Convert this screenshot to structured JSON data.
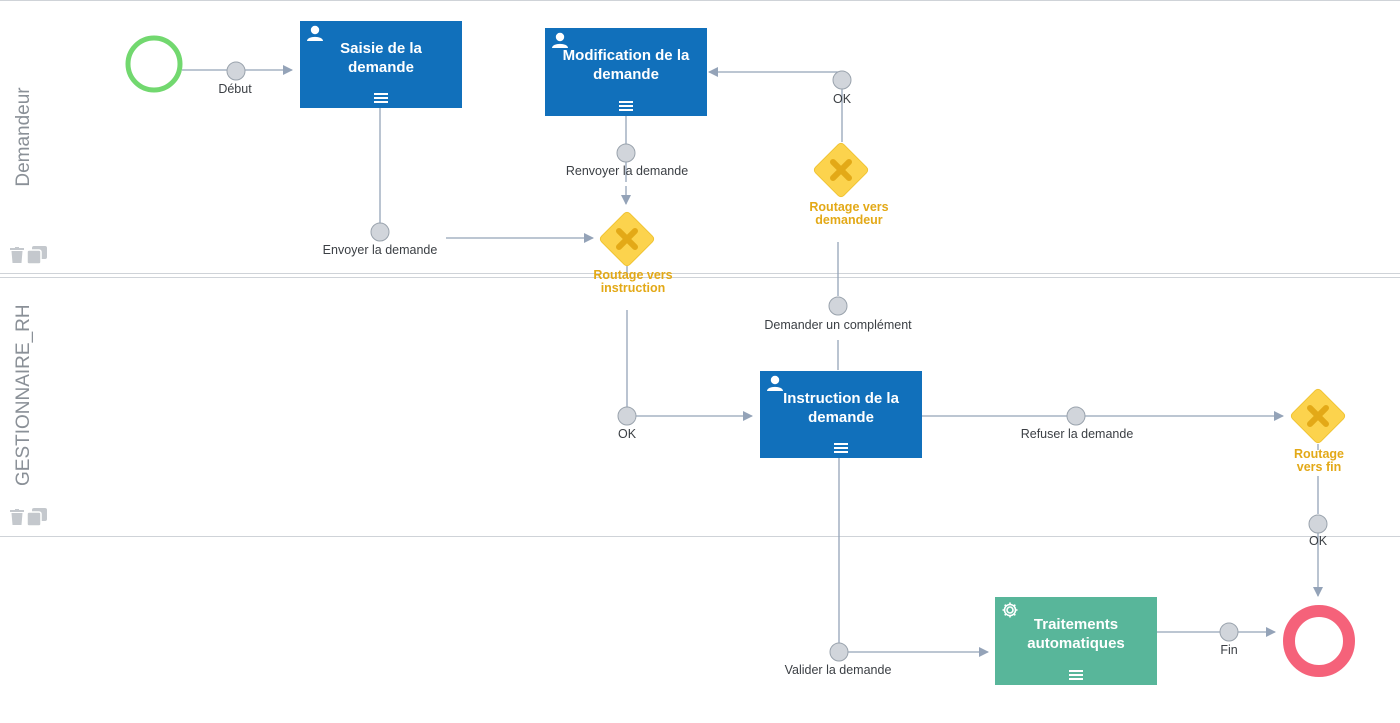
{
  "lanes": [
    {
      "name": "Demandeur"
    },
    {
      "name": "GESTIONNAIRE_RH"
    },
    {
      "name": ""
    }
  ],
  "tasks": {
    "saisie": {
      "label": "Saisie de la demande",
      "kind": "user"
    },
    "modification": {
      "label": "Modification de la demande",
      "kind": "user"
    },
    "instruction": {
      "label": "Instruction de la demande",
      "kind": "user"
    },
    "traitements": {
      "label": "Traitements automatiques",
      "kind": "auto"
    }
  },
  "gateways": {
    "instruction": {
      "label": "Routage vers instruction"
    },
    "demandeur": {
      "label": "Routage vers demandeur"
    },
    "fin": {
      "label": "Routage vers fin"
    }
  },
  "transitions": {
    "debut": "Début",
    "envoyer": "Envoyer la demande",
    "renvoyer": "Renvoyer la demande",
    "ok_modif": "OK",
    "demander_complement": "Demander un complément",
    "ok_instruction": "OK",
    "refuser": "Refuser la demande",
    "ok_fin": "OK",
    "valider": "Valider la demande",
    "fin": "Fin"
  },
  "colors": {
    "user_task": "#1170bb",
    "auto_task": "#58b69a",
    "start_event": "#72d86f",
    "end_event": "#f5627a",
    "gateway_fill": "#fcd34d",
    "gateway_mark": "#e3a917",
    "connector": "#94a3b8",
    "waypoint": "#d1d5db"
  },
  "icons": {
    "user_task": "user-icon",
    "auto_task": "gear-icon",
    "task_menu": "hamburger-menu-icon",
    "lane_delete": "trash-icon",
    "lane_copy": "copy-icon",
    "gateway": "exclusive-gateway-x-icon"
  }
}
